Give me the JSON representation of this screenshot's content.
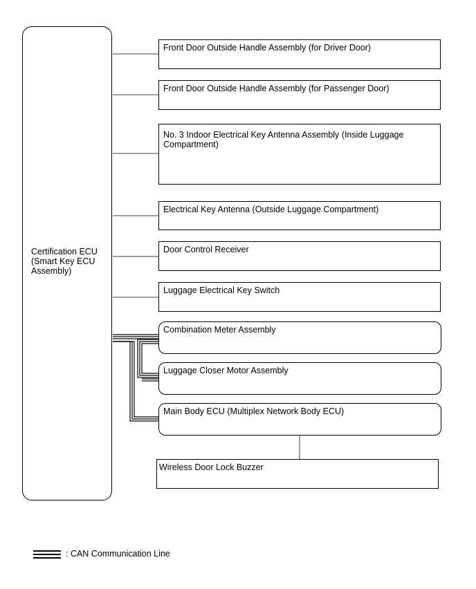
{
  "ecu": {
    "label": "Certification ECU\n(Smart Key ECU\nAssembly)"
  },
  "components": [
    {
      "label": "Front Door Outside Handle Assembly (for Driver Door)"
    },
    {
      "label": "Front Door Outside Handle Assembly (for Passenger Door)"
    },
    {
      "label": "No. 3 Indoor Electrical Key Antenna Assembly (Inside Luggage\nCompartment)"
    },
    {
      "label": "Electrical Key Antenna (Outside Luggage Compartment)"
    },
    {
      "label": "Door Control Receiver"
    },
    {
      "label": "Luggage Electrical Key Switch"
    },
    {
      "label": "Combination Meter Assembly"
    },
    {
      "label": "Luggage Closer Motor Assembly"
    },
    {
      "label": "Main Body ECU (Multiplex Network Body ECU)"
    },
    {
      "label": "Wireless Door Lock Buzzer"
    }
  ],
  "legend": {
    "label": ": CAN Communication Line"
  }
}
